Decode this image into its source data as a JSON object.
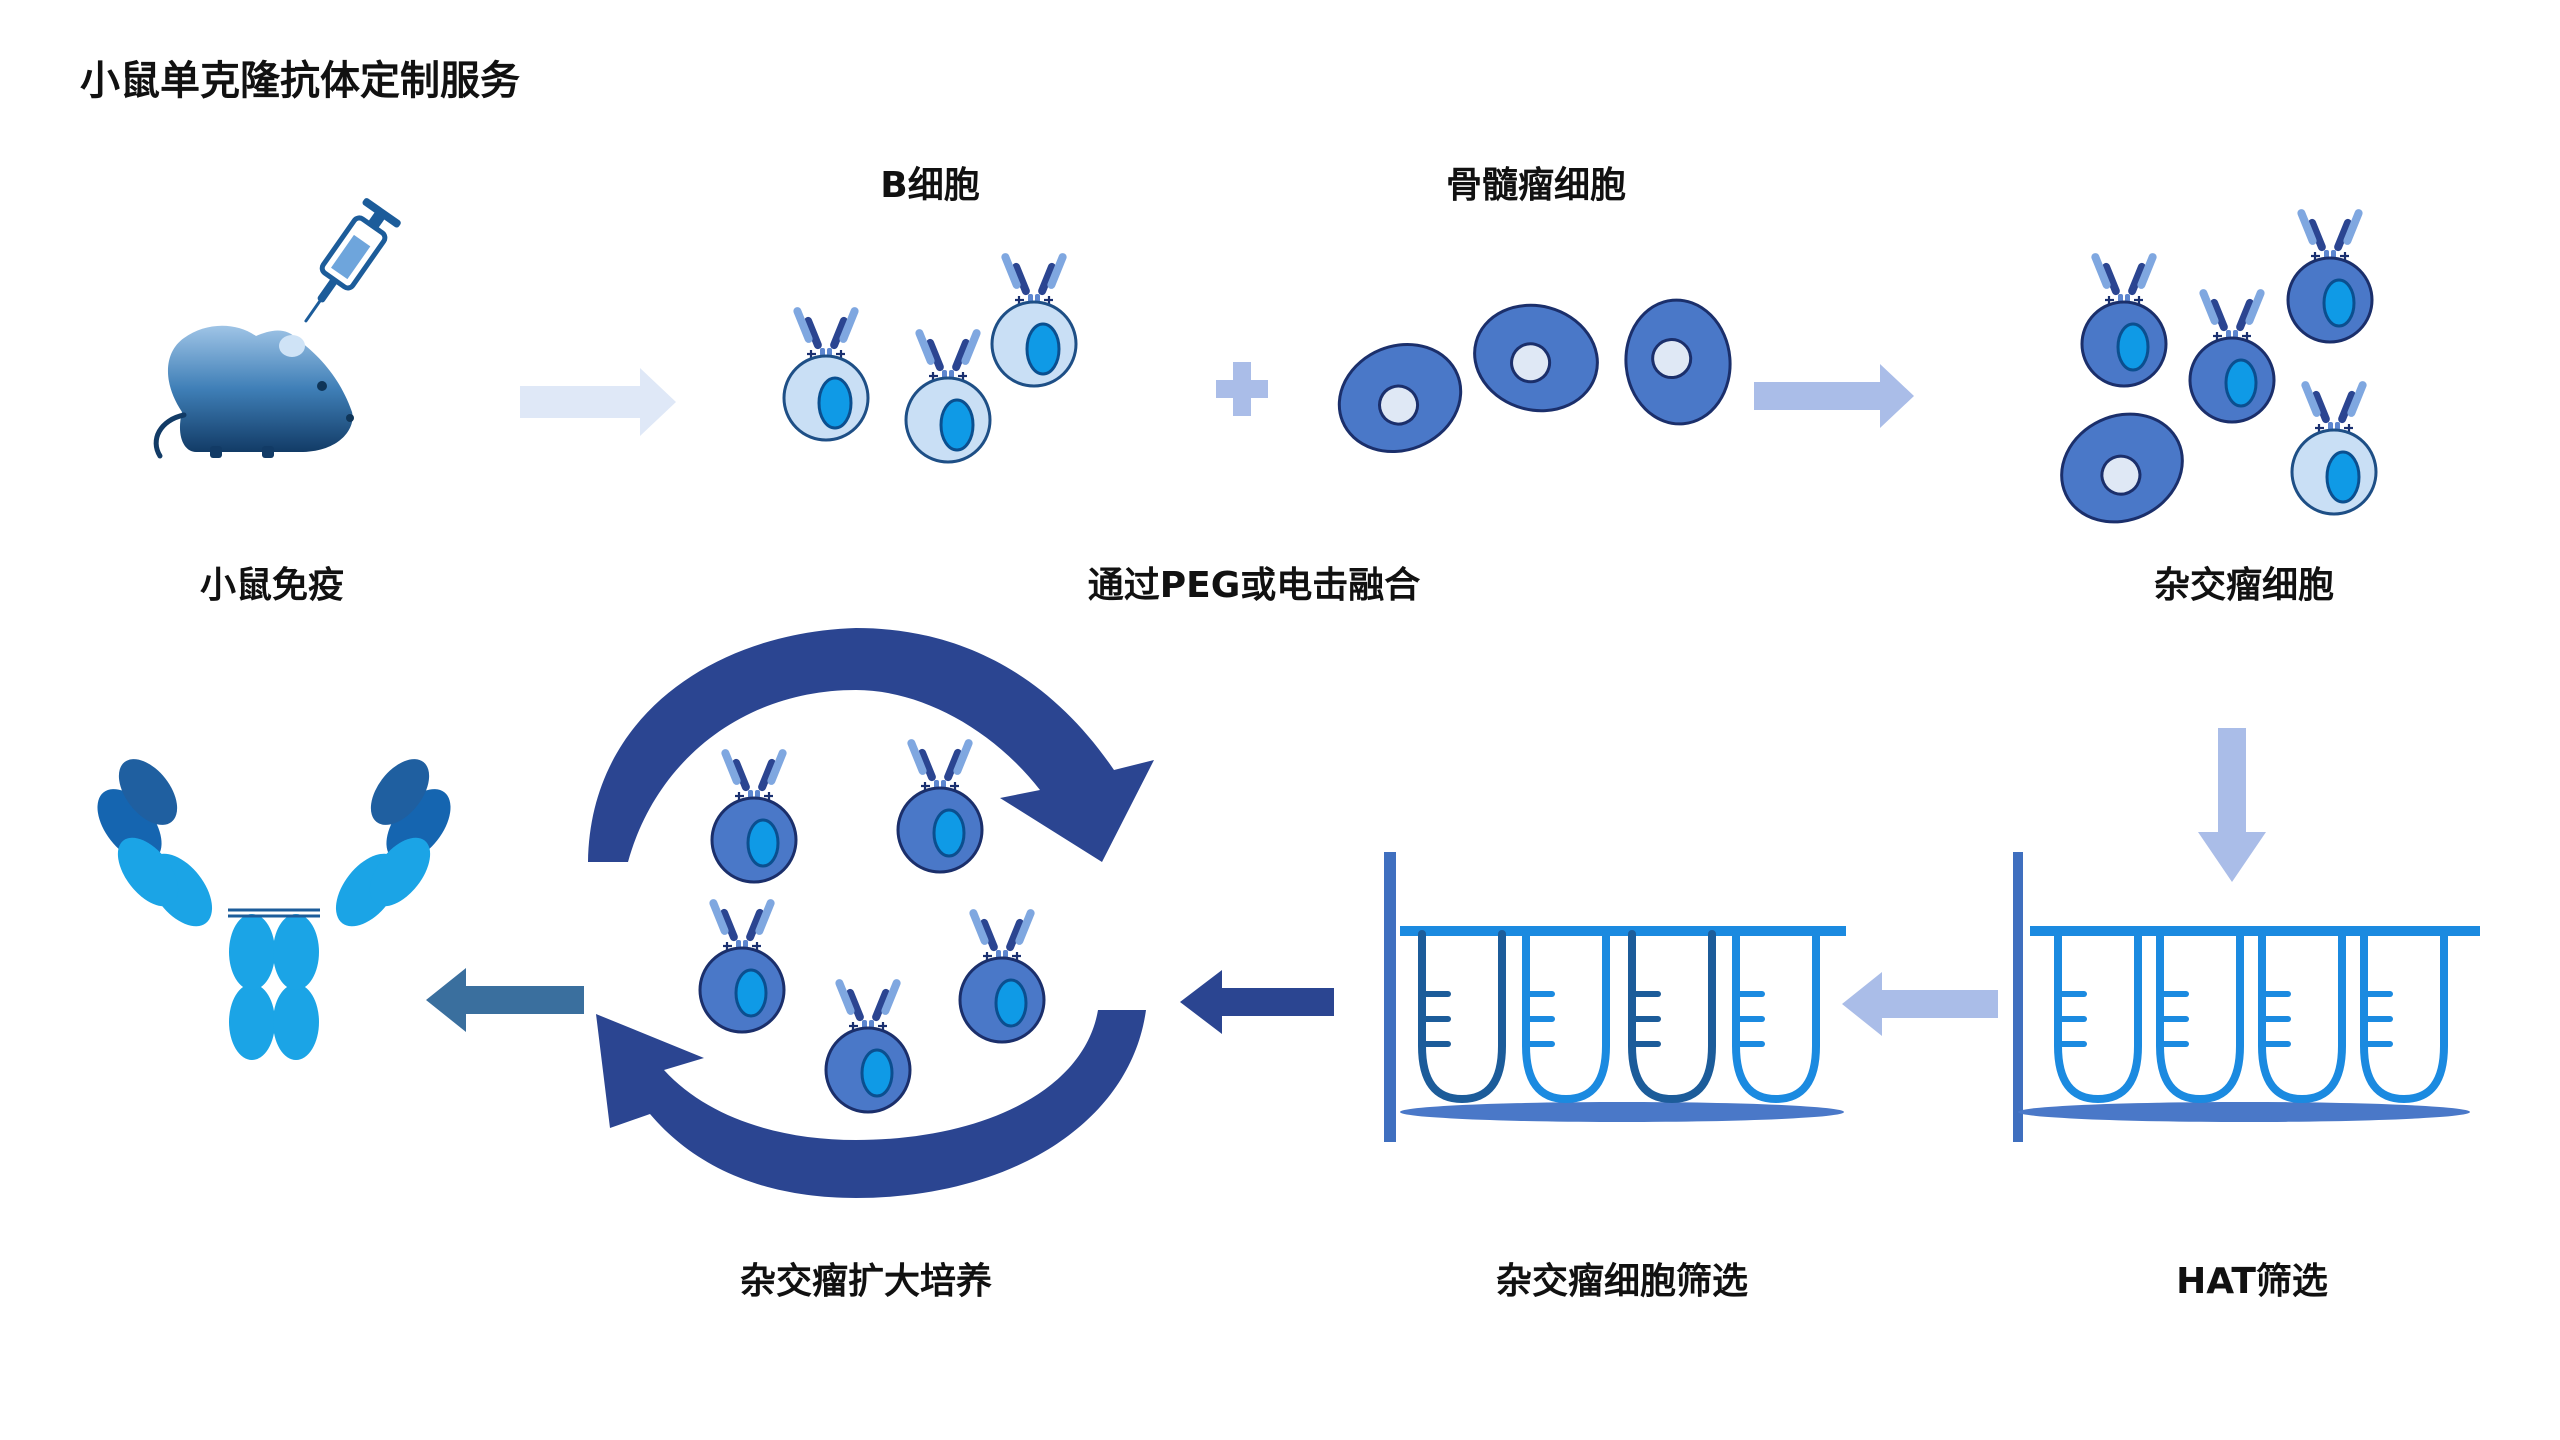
{
  "title": "小鼠单克隆抗体定制服务",
  "labels": {
    "b_cell": "B细胞",
    "myeloma": "骨髓瘤细胞",
    "immunize": "小鼠免疫",
    "fusion": "通过PEG或电击融合",
    "hybridoma": "杂交瘤细胞",
    "expansion": "杂交瘤扩大培养",
    "screening": "杂交瘤细胞筛选",
    "hat": "HAT筛选"
  },
  "icons": {
    "mouse": "mouse-icon",
    "syringe": "syringe-icon",
    "b_cell": "b-cell-icon",
    "myeloma": "myeloma-cell-icon",
    "plus": "plus-icon",
    "arrow": "arrow-icon",
    "tube_rack": "test-tube-rack-icon",
    "cycle": "cycle-arrows-icon",
    "antibody": "antibody-icon"
  },
  "colors": {
    "text": "#111111",
    "cell_light": "#c9dff5",
    "cell_dark": "#4a78c8",
    "nucleus": "#0f9ae6",
    "navy": "#2b4591",
    "arrow_light": "#dfe8f7",
    "arrow_mid": "#aabde8",
    "antibody_light": "#1ba4e6",
    "antibody_dark": "#1c5c9a"
  }
}
